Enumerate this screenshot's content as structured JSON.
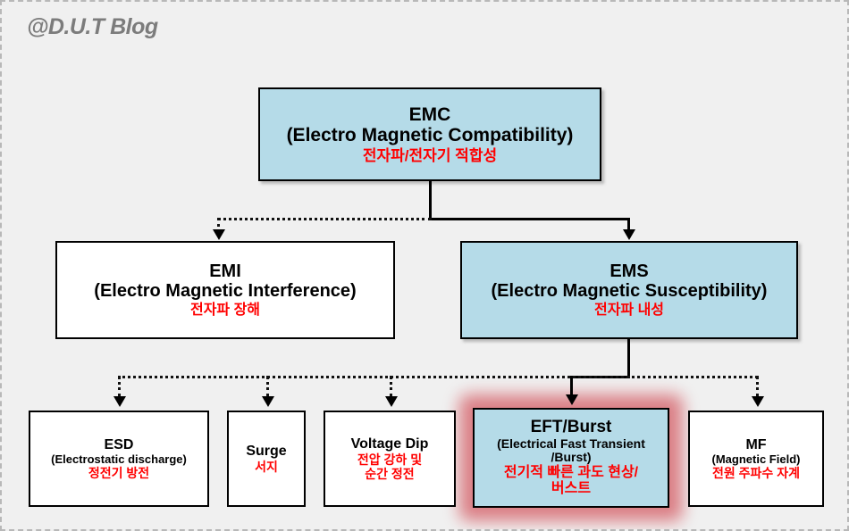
{
  "watermark": "@D.U.T Blog",
  "colors": {
    "background": "#f0f0f0",
    "frame_border": "#b8b8b8",
    "box_fill_highlight": "#b5dbe8",
    "box_fill_plain": "#ffffff",
    "box_border": "#000000",
    "korean_text": "#ff0000",
    "glow": "#d9757c",
    "watermark_text": "#7c7c7c"
  },
  "diagram": {
    "type": "tree",
    "title": "EMC classification tree",
    "levels": [
      {
        "level": 1,
        "nodes": [
          {
            "id": "emc",
            "acronym": "EMC",
            "expansion": "(Electro Magnetic Compatibility)",
            "korean": "전자파/전자기 적합성",
            "highlighted": true
          }
        ]
      },
      {
        "level": 2,
        "nodes": [
          {
            "id": "emi",
            "acronym": "EMI",
            "expansion": "(Electro Magnetic Interference)",
            "korean": "전자파 장해",
            "highlighted": false
          },
          {
            "id": "ems",
            "acronym": "EMS",
            "expansion": "(Electro Magnetic Susceptibility)",
            "korean": "전자파 내성",
            "highlighted": true
          }
        ]
      },
      {
        "level": 3,
        "nodes": [
          {
            "id": "esd",
            "acronym": "ESD",
            "expansion": "(Electrostatic discharge)",
            "korean": "정전기 방전",
            "highlighted": false
          },
          {
            "id": "surge",
            "acronym": "Surge",
            "expansion": "",
            "korean": "서지",
            "highlighted": false
          },
          {
            "id": "voltage-dip",
            "acronym": "Voltage Dip",
            "expansion": "",
            "korean_line1": "전압 강하 및",
            "korean_line2": "순간 정전",
            "highlighted": false
          },
          {
            "id": "eft-burst",
            "acronym": "EFT/Burst",
            "expansion_line1": "(Electrical Fast Transient",
            "expansion_line2": "/Burst)",
            "korean_line1": "전기적 빠른 과도 현상/",
            "korean_line2": "버스트",
            "highlighted": true
          },
          {
            "id": "mf",
            "acronym": "MF",
            "expansion": "(Magnetic Field)",
            "korean": "전원 주파수 자계",
            "highlighted": false
          }
        ]
      }
    ],
    "edges": [
      {
        "from": "emc",
        "to": "emi",
        "style": "dotted"
      },
      {
        "from": "emc",
        "to": "ems",
        "style": "solid"
      },
      {
        "from": "ems",
        "to": "esd",
        "style": "dotted"
      },
      {
        "from": "ems",
        "to": "surge",
        "style": "dotted"
      },
      {
        "from": "ems",
        "to": "voltage-dip",
        "style": "dotted"
      },
      {
        "from": "ems",
        "to": "eft-burst",
        "style": "solid"
      },
      {
        "from": "ems",
        "to": "mf",
        "style": "dotted"
      }
    ]
  }
}
